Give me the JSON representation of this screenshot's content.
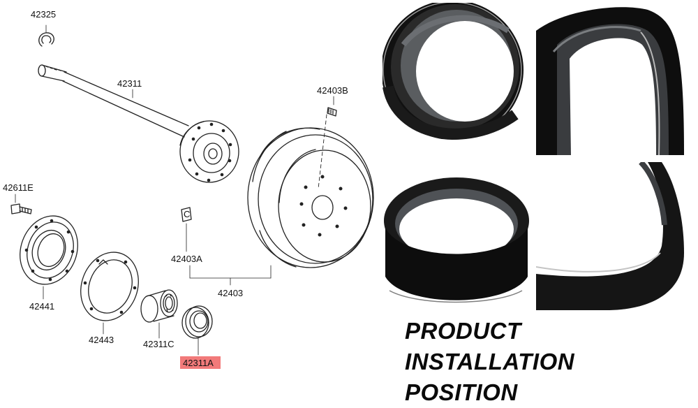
{
  "parts": {
    "p42325": "42325",
    "p42311": "42311",
    "p42403B": "42403B",
    "p42611E": "42611E",
    "p42403A": "42403A",
    "p42403": "42403",
    "p42441": "42441",
    "p42443": "42443",
    "p42311C": "42311C",
    "p42311A": "42311A",
    "tag_C": "C"
  },
  "highlight_color": "#f27a7a",
  "caption": {
    "line1": "PRODUCT INSTALLATION",
    "line2": "POSITION"
  }
}
